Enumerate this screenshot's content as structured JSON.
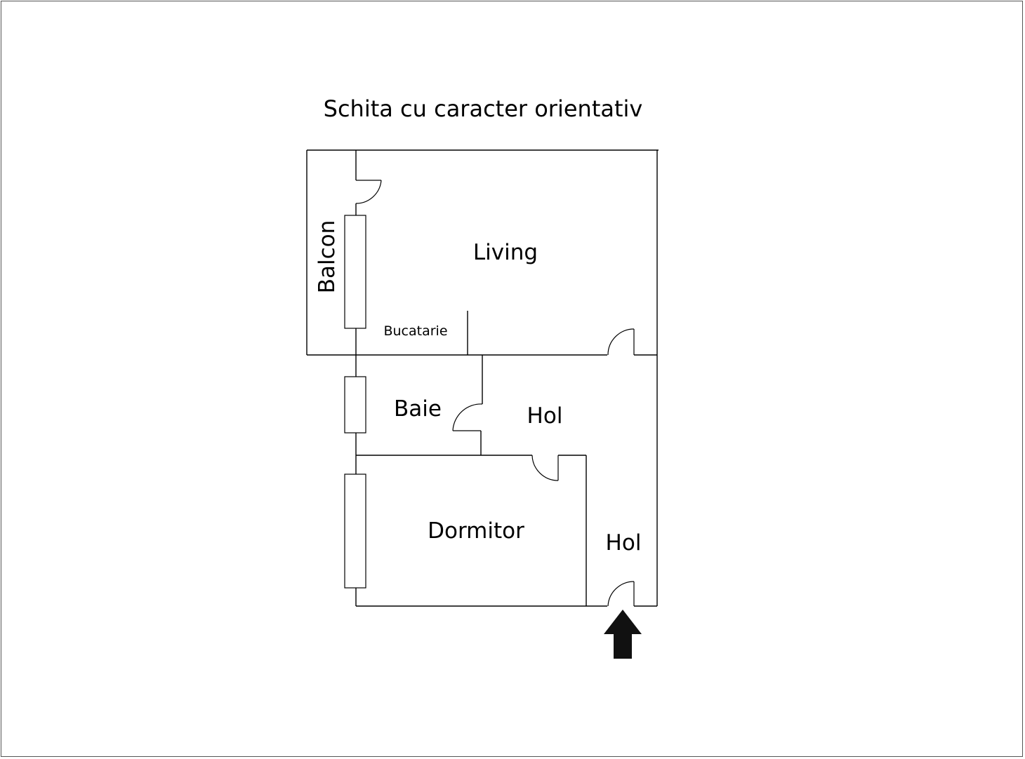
{
  "title": "Schita cu caracter orientativ",
  "rooms": {
    "balcony": "Balcon",
    "living": "Living",
    "kitchen": "Bucatarie",
    "bathroom": "Baie",
    "hall_upper": "Hol",
    "bedroom": "Dormitor",
    "hall_lower": "Hol"
  },
  "entrance_marker": "arrow-up-icon",
  "colors": {
    "line": "#000000",
    "background": "#ffffff",
    "frame": "#555555"
  }
}
